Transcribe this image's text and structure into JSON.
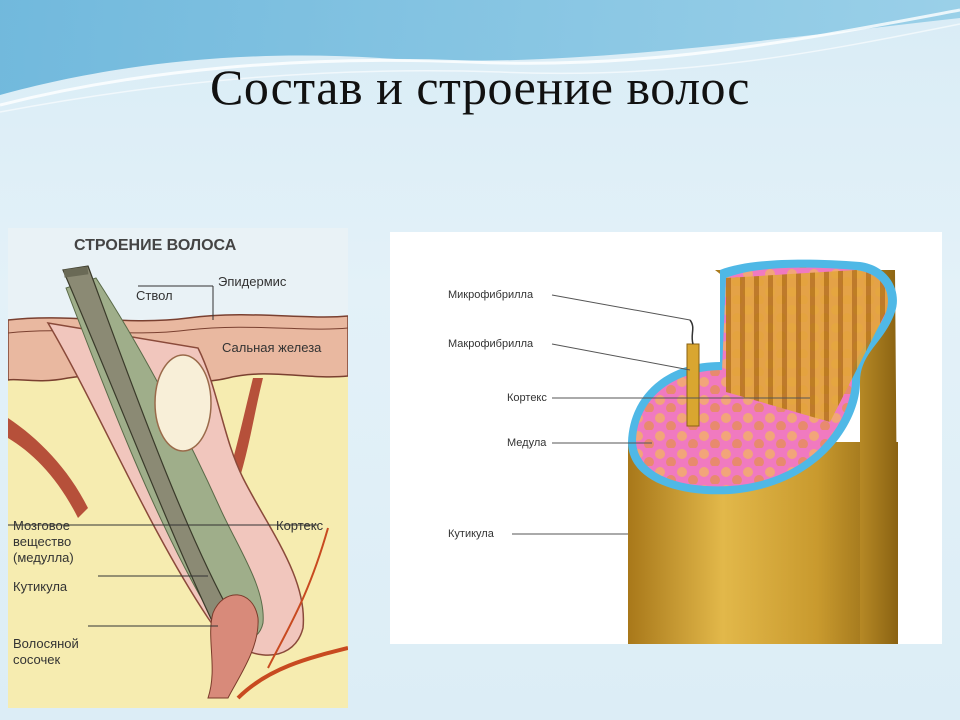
{
  "slide": {
    "title": "Состав и строение волос"
  },
  "left_diagram": {
    "heading": "СТРОЕНИЕ ВОЛОСА",
    "labels": {
      "shaft": "Ствол",
      "epidermis": "Эпидермис",
      "sebaceous_gland": "Сальная железа",
      "cortex": "Кортекс",
      "medulla_line1": "Мозговое",
      "medulla_line2": "вещество",
      "medulla_line3": "(медулла)",
      "cuticle": "Кутикула",
      "papilla_line1": "Волосяной",
      "papilla_line2": "сосочек"
    }
  },
  "right_diagram": {
    "labels": {
      "microfibril": "Микрофибрилла",
      "macrofibril": "Макрофибрилла",
      "cortex": "Кортекс",
      "medulla": "Медула",
      "cuticle": "Кутикула"
    }
  }
}
